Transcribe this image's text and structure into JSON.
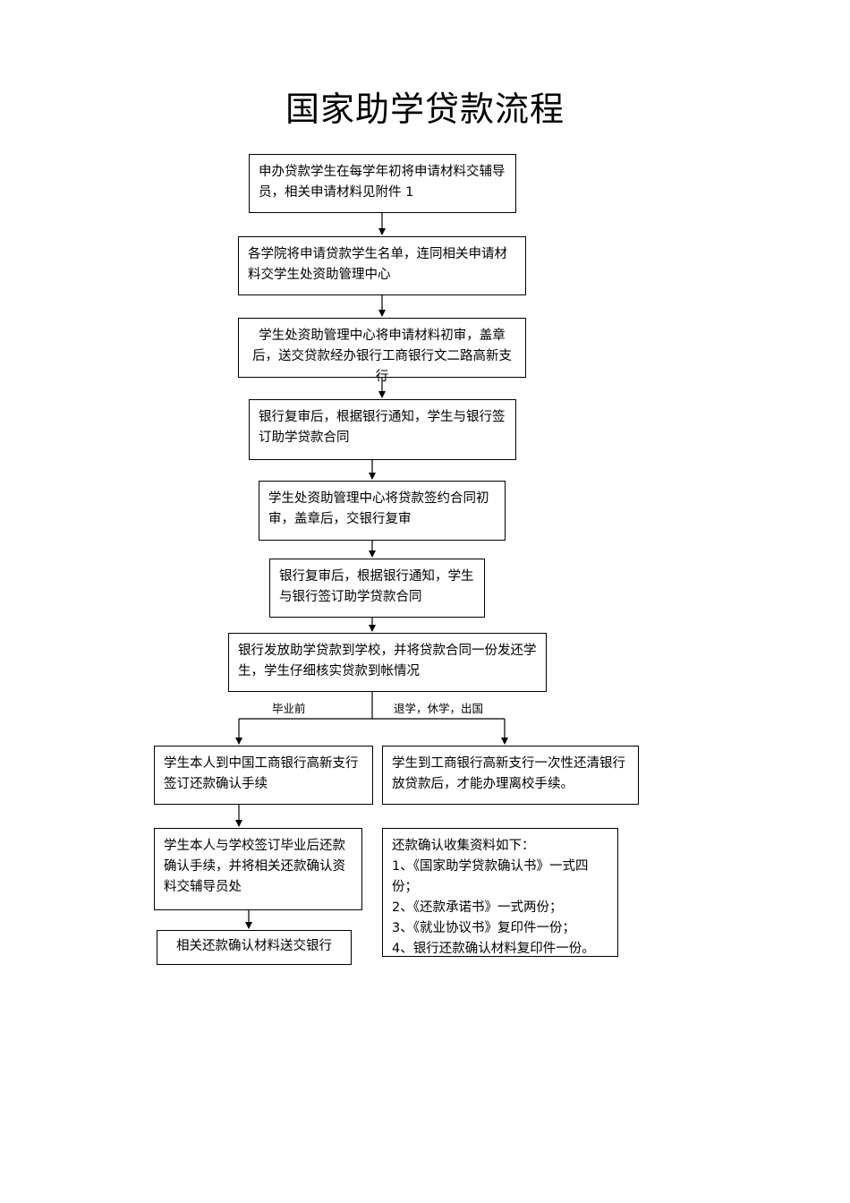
{
  "title": "国家助学贷款流程",
  "steps": {
    "s1": "申办贷款学生在每学年初将申请材料交辅导员，相关申请材料见附件 1",
    "s2": "各学院将申请贷款学生名单，连同相关申请材料交学生处资助管理中心",
    "s3": "学生处资助管理中心将申请材料初审，盖章后，送交贷款经办银行工商银行文二路高新支行",
    "s4": "银行复审后，根据银行通知，学生与银行签订助学贷款合同",
    "s5": "学生处资助管理中心将贷款签约合同初审，盖章后，交银行复审",
    "s6": "银行复审后，根据银行通知，学生与银行签订助学贷款合同",
    "s7": "银行发放助学贷款到学校，并将贷款合同一份发还学生，学生仔细核实贷款到帐情况",
    "left1": "学生本人到中国工商银行高新支行签订还款确认手续",
    "right1": "学生到工商银行高新支行一次性还清银行放贷款后，才能办理离校手续。",
    "left2": "学生本人与学校签订毕业后还款确认手续，并将相关还款确认资料交辅导员处",
    "left3": "相关还款确认材料送交银行"
  },
  "branches": {
    "left_label": "毕业前",
    "right_label": "退学，休学，出国"
  },
  "materials": {
    "heading": "还款确认收集资料如下：",
    "items": [
      "1、《国家助学贷款确认书》一式四份；",
      "2、《还款承诺书》一式两份；",
      "3、《就业协议书》复印件一份；",
      "4、银行还款确认材料复印件一份。"
    ]
  }
}
